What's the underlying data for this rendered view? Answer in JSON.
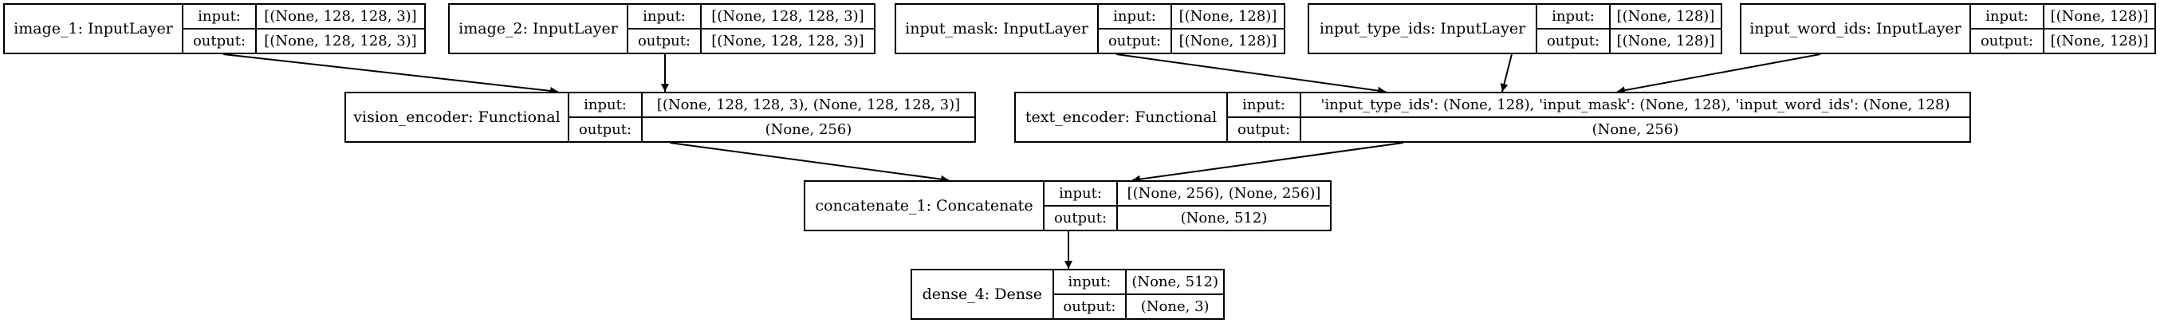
{
  "diagram": {
    "nodes": [
      {
        "id": "image_1",
        "name": "image_1: InputLayer",
        "input": "[(None, 128, 128, 3)]",
        "output": "[(None, 128, 128, 3)]"
      },
      {
        "id": "image_2",
        "name": "image_2: InputLayer",
        "input": "[(None, 128, 128, 3)]",
        "output": "[(None, 128, 128, 3)]"
      },
      {
        "id": "input_mask",
        "name": "input_mask: InputLayer",
        "input": "[(None, 128)]",
        "output": "[(None, 128)]"
      },
      {
        "id": "input_type_ids",
        "name": "input_type_ids: InputLayer",
        "input": "[(None, 128)]",
        "output": "[(None, 128)]"
      },
      {
        "id": "input_word_ids",
        "name": "input_word_ids: InputLayer",
        "input": "[(None, 128)]",
        "output": "[(None, 128)]"
      },
      {
        "id": "vision_encoder",
        "name": "vision_encoder: Functional",
        "input": "[(None, 128, 128, 3), (None, 128, 128, 3)]",
        "output": "(None, 256)"
      },
      {
        "id": "text_encoder",
        "name": "text_encoder: Functional",
        "input": "'input_type_ids': (None, 128), 'input_mask': (None, 128), 'input_word_ids': (None, 128)",
        "output": "(None, 256)"
      },
      {
        "id": "concatenate_1",
        "name": "concatenate_1: Concatenate",
        "input": "[(None, 256), (None, 256)]",
        "output": "(None, 512)"
      },
      {
        "id": "dense_4",
        "name": "dense_4: Dense",
        "input": "(None, 512)",
        "output": "(None, 3)"
      }
    ],
    "port_labels": {
      "input": "input:",
      "output": "output:"
    },
    "edges": [
      {
        "from": "image_1",
        "to": "vision_encoder"
      },
      {
        "from": "image_2",
        "to": "vision_encoder"
      },
      {
        "from": "input_mask",
        "to": "text_encoder"
      },
      {
        "from": "input_type_ids",
        "to": "text_encoder"
      },
      {
        "from": "input_word_ids",
        "to": "text_encoder"
      },
      {
        "from": "vision_encoder",
        "to": "concatenate_1"
      },
      {
        "from": "text_encoder",
        "to": "concatenate_1"
      },
      {
        "from": "concatenate_1",
        "to": "dense_4"
      }
    ]
  }
}
